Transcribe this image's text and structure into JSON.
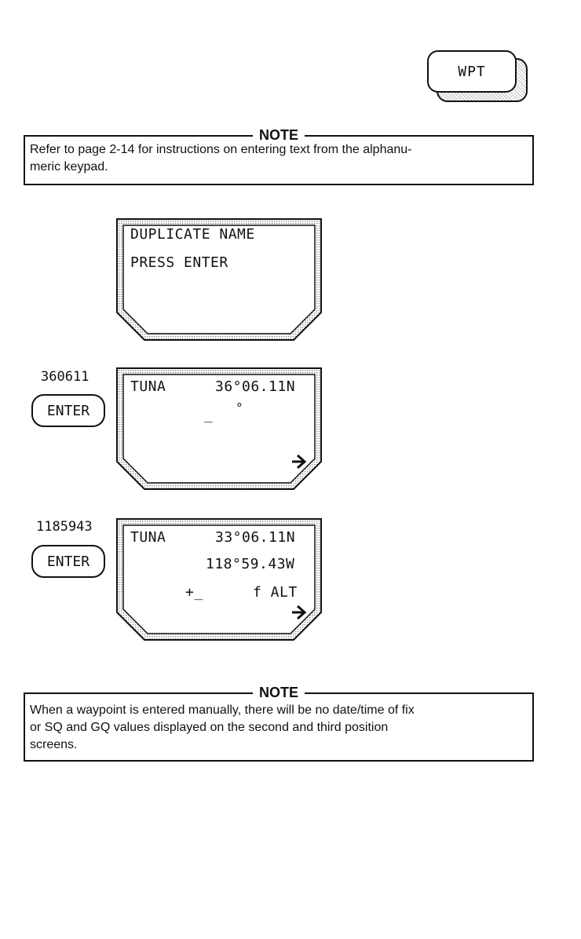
{
  "wpt_key": {
    "label": "WPT"
  },
  "note1": {
    "heading": "NOTE",
    "text": "Refer to page 2-14 for instructions on entering text from the alphanu-meric keypad.",
    "lines": [
      "Refer to page 2-14 for instructions on entering text from the alphanu-",
      "meric keypad."
    ]
  },
  "screen1": {
    "line1": "DUPLICATE NAME",
    "line2": "PRESS ENTER"
  },
  "step2": {
    "entry": "360611",
    "button": "ENTER",
    "screen": {
      "name": "TUNA",
      "lat": "36°06.11N",
      "cursor": "_",
      "deg": "°"
    }
  },
  "step3": {
    "entry": "1185943",
    "button": "ENTER",
    "screen": {
      "name": "TUNA",
      "lat": "33°06.11N",
      "lon": "118°59.43W",
      "alt_sign": "+_",
      "alt_unit": "f ALT"
    }
  },
  "note2": {
    "heading": "NOTE",
    "lines": [
      "When a waypoint is entered manually, there will be no date/time of fix",
      "or SQ and GQ values displayed on the second and third position",
      "screens."
    ]
  }
}
